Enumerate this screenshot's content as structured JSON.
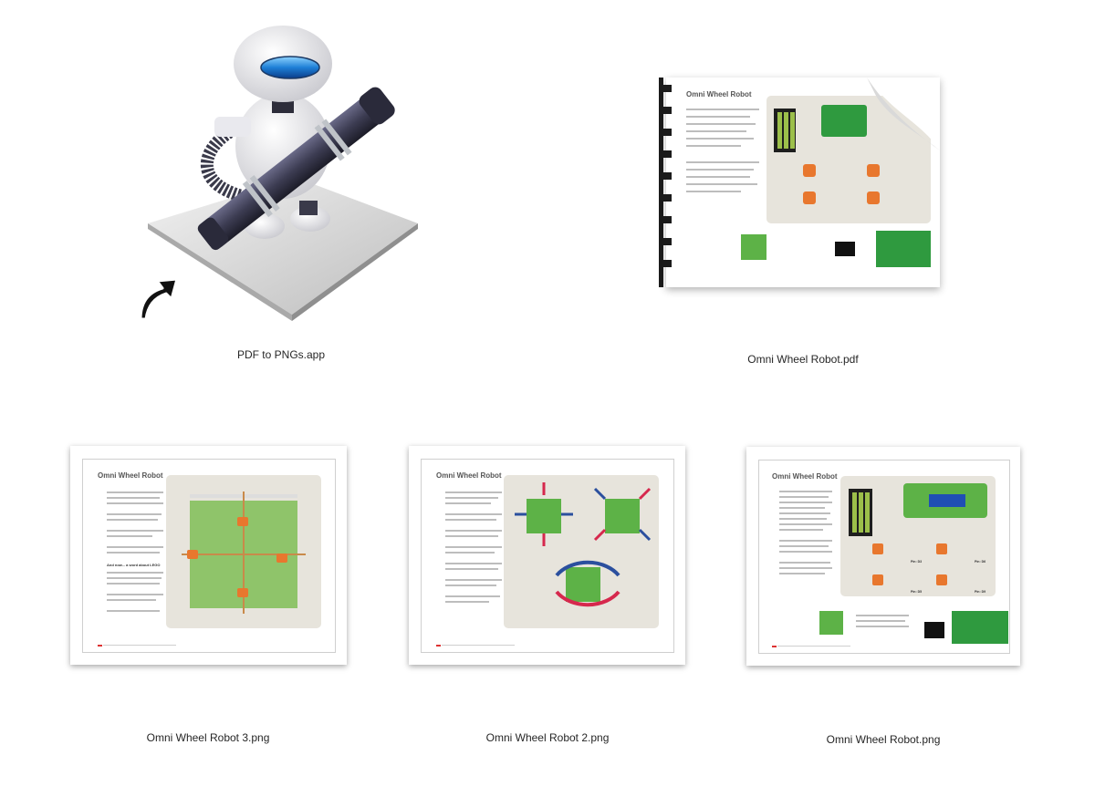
{
  "window": {
    "view": "icon-view",
    "background": "#ffffff"
  },
  "files": [
    {
      "name": "PDF to PNGs.app",
      "kind": "application-alias",
      "icon": "automator-robot-icon",
      "badge": "alias-arrow-icon"
    },
    {
      "name": "Omni Wheel Robot.pdf",
      "kind": "pdf-document",
      "icon": "pdf-preview-icon",
      "preview_title": "Omni Wheel Robot"
    },
    {
      "name": "Omni Wheel Robot 3.png",
      "kind": "png-image",
      "icon": "png-thumbnail-icon",
      "preview_title": "Omni Wheel Robot",
      "preview_section": "And now... a word about LEGO"
    },
    {
      "name": "Omni Wheel Robot 2.png",
      "kind": "png-image",
      "icon": "png-thumbnail-icon",
      "preview_title": "Omni Wheel Robot"
    },
    {
      "name": "Omni Wheel Robot.png",
      "kind": "png-image",
      "icon": "png-thumbnail-icon",
      "preview_title": "Omni Wheel Robot",
      "preview_labels": [
        "Pin: D3",
        "Pin: D6",
        "Pin: D5",
        "Pin: D9"
      ]
    }
  ],
  "colors": {
    "panel": "#e7e4dc",
    "green": "#5db247",
    "orange": "#e8772e",
    "red_arrow": "#d6284d",
    "blue_arrow": "#2b4f9e",
    "pcb_green": "#2f9a3f",
    "robot_visor": "#2aa0e8",
    "tube": "#3c3c52"
  }
}
